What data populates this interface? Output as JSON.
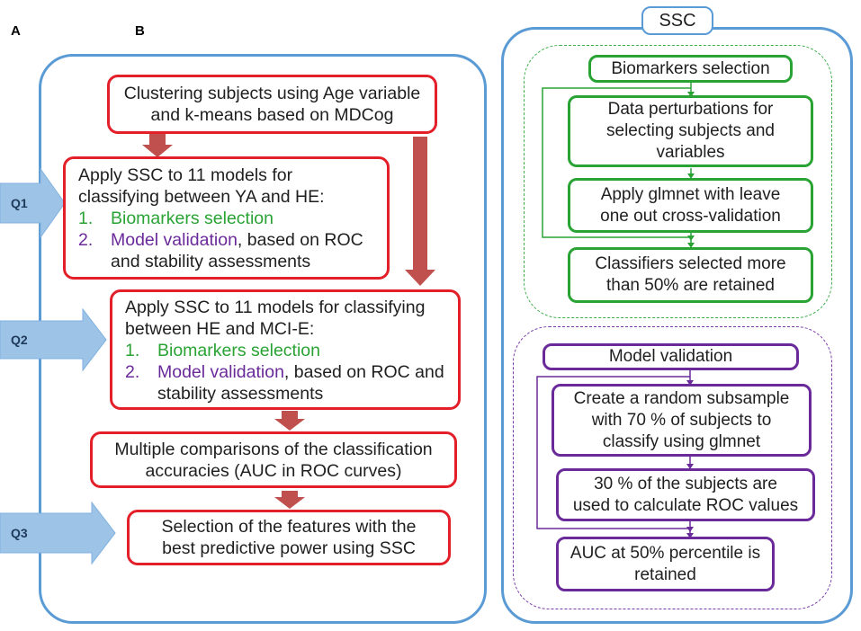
{
  "labels": {
    "panel_a": "A",
    "panel_b": "B"
  },
  "left_flow": {
    "box1": {
      "line1": "Clustering subjects using Age variable",
      "line2": "and k-means based on MDCog"
    },
    "box2": {
      "line1": "Apply SSC to 11 models for",
      "line2": "classifying between YA and HE:",
      "item1_num": "1.",
      "item1_text": "Biomarkers selection",
      "item2_num": "2.",
      "item2_highlight": "Model validation",
      "item2_rest": ", based on ROC",
      "line5": "and stability assessments"
    },
    "box3": {
      "line1": "Apply SSC to 11 models for classifying",
      "line2": "between HE and MCI-E:",
      "item1_num": "1.",
      "item1_text": "Biomarkers selection",
      "item2_num": "2.",
      "item2_highlight": "Model validation",
      "item2_rest": ", based on ROC and",
      "line5": "stability assessments"
    },
    "box4": {
      "line1": "Multiple comparisons of the classification",
      "line2": "accuracies (AUC in ROC curves)"
    },
    "box5": {
      "line1": "Selection of the features with the",
      "line2": "best predictive power using SSC"
    }
  },
  "questions": {
    "q1": "Q1",
    "q2": "Q2",
    "q3": "Q3"
  },
  "ssc": {
    "title": "SSC",
    "biomarkers": {
      "header": "Biomarkers selection",
      "step1": {
        "line1": "Data perturbations",
        "line2": "for",
        "line3": "selecting subjects and",
        "line4": "variables"
      },
      "step2": {
        "line1": "Apply glmnet with leave",
        "line2": "one out cross-validation"
      },
      "step3": {
        "line1": "Classifiers selected more",
        "line2": "than 50% are retained"
      }
    },
    "validation": {
      "header": "Model validation",
      "step1": {
        "line1": "Create a random subsample",
        "line2": "with 70 % of subjects to",
        "line3": "classify using glmnet"
      },
      "step2": {
        "line1": "30 % of the subjects are",
        "line2": "used to calculate ROC values"
      },
      "step3": {
        "line1": "AUC at 50% percentile is",
        "line2": "retained"
      }
    }
  },
  "colors": {
    "red": "#e3202a",
    "green": "#2aa335",
    "purple": "#6a2a9a",
    "blue": "#5b9bd5",
    "arrow_red": "#c0504d",
    "arrow_blue": "#9dc3e6"
  }
}
